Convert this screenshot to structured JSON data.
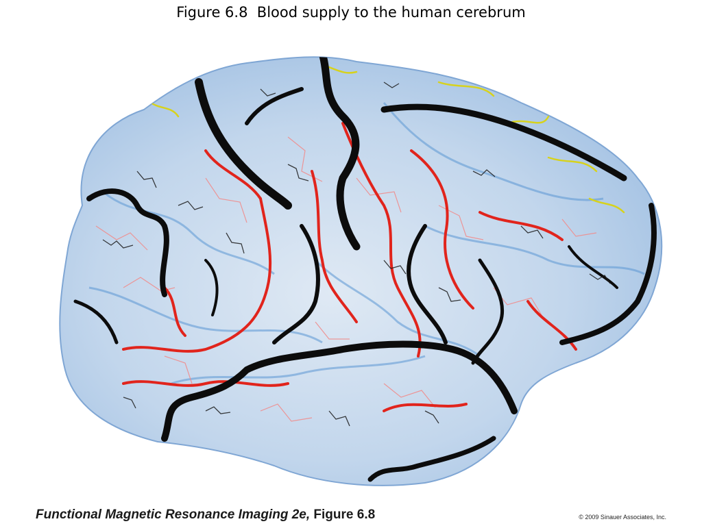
{
  "slide": {
    "title": "Figure 6.8  Blood supply to the human cerebrum",
    "caption_book": "Functional Magnetic Resonance Imaging 2e,",
    "caption_figure": " Figure 6.8",
    "copyright": "© 2009 Sinauer Associates, Inc."
  },
  "illustration": {
    "subject": "brain-vasculature-lateral-view",
    "colors": {
      "cortex": "#a9c6e6",
      "cortex_light": "#dce8f3",
      "veins": "#0b0b0b",
      "arteries": "#e0231c",
      "arterioles": "#f18a8a",
      "anastomosis": "#d8d41a",
      "sulci": "#4f8fd0"
    }
  }
}
